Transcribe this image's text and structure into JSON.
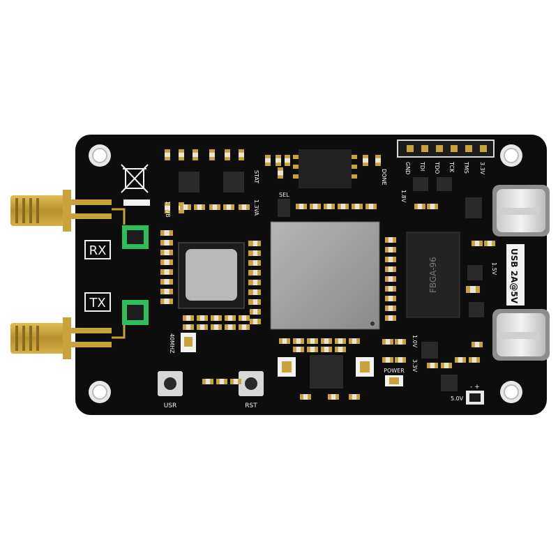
{
  "board": {
    "antenna_labels": {
      "rx": "RX",
      "tx": "TX"
    },
    "header_pins": [
      "GND",
      "TDI",
      "TDO",
      "TCK",
      "TMS",
      "3.3V"
    ],
    "silkscreen": {
      "stat": "STAT",
      "v13a": "1.3VA",
      "v13b": "1.3VB",
      "sel": "SEL",
      "done": "DONE",
      "v18": "1.8V",
      "v15": "1.5V",
      "v10": "1.0V",
      "v33": "3.3V",
      "v50": "5.0V",
      "clock": "40MHZ",
      "power": "POWER",
      "usb": "USB 2A@5V",
      "usr": "USR",
      "rst": "RST",
      "fbga": "FBGA-96",
      "polarity": "- +"
    }
  },
  "colors": {
    "pcb": "#0d0d0d",
    "gold": "#c8a23a",
    "sma_gold": "#b89530",
    "chip": "#2a2a2a",
    "fpga_lid": "#9a9a9a",
    "rf_filter": "#2fbf5a"
  }
}
